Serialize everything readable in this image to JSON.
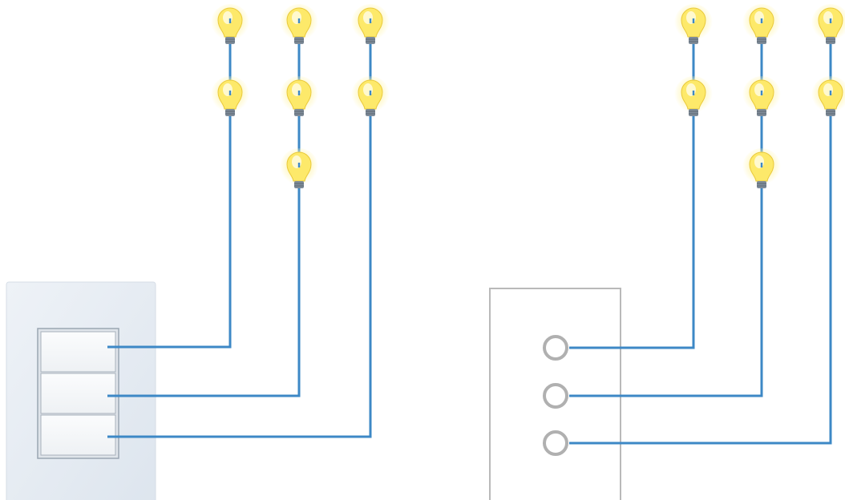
{
  "colors": {
    "wire": "#3d88c6",
    "bulb_glow": "#fff2a8",
    "bulb_glass": "#fde96a",
    "bulb_highlight": "#fffbe0",
    "bulb_base": "#7f8c99",
    "switch_plate": "#e5ebf2",
    "switch_button": "#f7f9fb",
    "schematic_outline": "#b9b9b9",
    "schematic_contact": "#b0b0b0"
  },
  "left_diagram": {
    "name": "physical-wiring",
    "switch_plate": {
      "icon": "triple-rocker-switch"
    },
    "circuits": [
      {
        "id": "circuit-1",
        "bulbs": 2
      },
      {
        "id": "circuit-2",
        "bulbs": 3
      },
      {
        "id": "circuit-3",
        "bulbs": 2
      }
    ]
  },
  "right_diagram": {
    "name": "schematic-wiring",
    "switch_box": {
      "icon": "three-contact-switch-symbol"
    },
    "circuits": [
      {
        "id": "circuit-1",
        "bulbs": 2
      },
      {
        "id": "circuit-2",
        "bulbs": 3
      },
      {
        "id": "circuit-3",
        "bulbs": 2
      }
    ]
  },
  "icons": [
    "light-bulb-icon"
  ]
}
